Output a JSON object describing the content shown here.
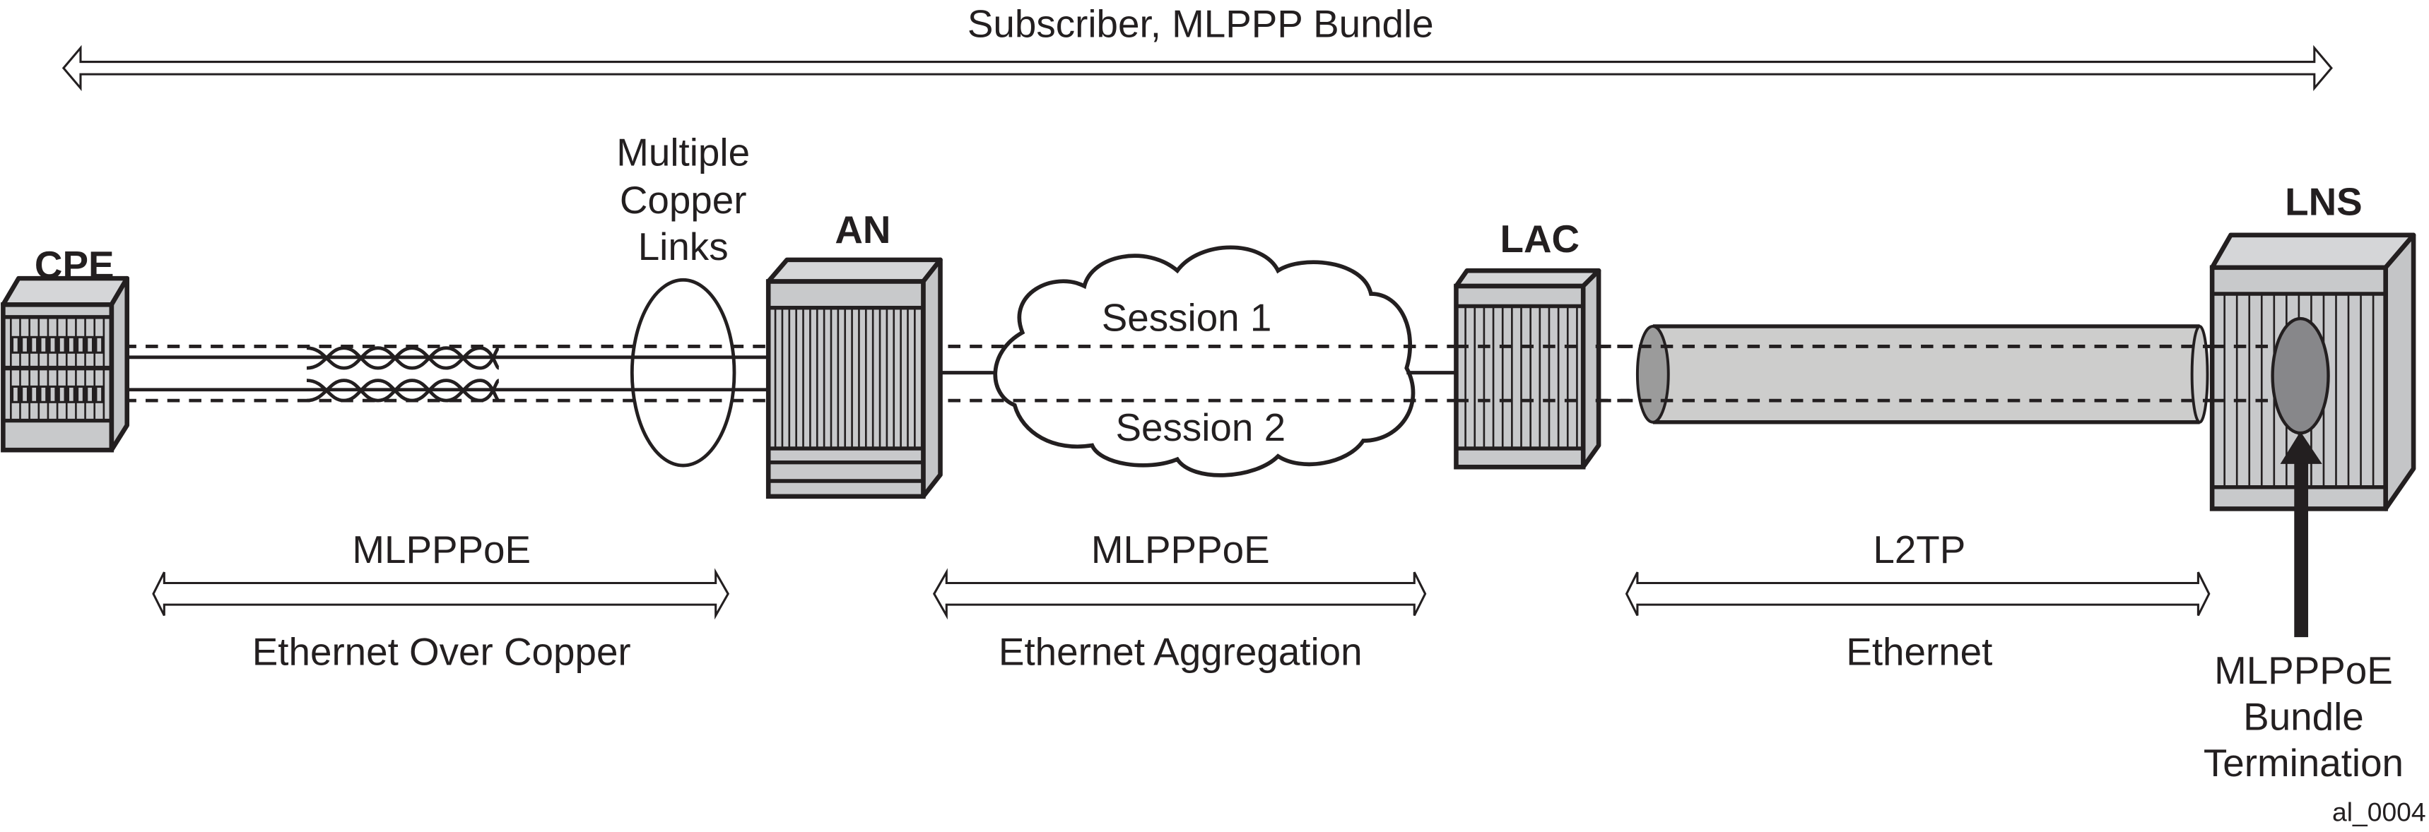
{
  "diagram": {
    "title": "Subscriber, MLPPP Bundle",
    "figure_id": "al_0004",
    "nodes": {
      "cpe": {
        "label": "CPE"
      },
      "an": {
        "label": "AN"
      },
      "lac": {
        "label": "LAC"
      },
      "lns": {
        "label": "LNS"
      }
    },
    "annotations": {
      "copper_links": [
        "Multiple",
        "Copper",
        "Links"
      ],
      "session1": "Session 1",
      "session2": "Session 2",
      "termination": [
        "MLPPPoE",
        "Bundle",
        "Termination"
      ]
    },
    "segments": [
      {
        "protocol": "MLPPPoE",
        "transport": "Ethernet Over Copper"
      },
      {
        "protocol": "MLPPPoE",
        "transport": "Ethernet Aggregation"
      },
      {
        "protocol": "L2TP",
        "transport": "Ethernet"
      }
    ],
    "colors": {
      "ink": "#231f20",
      "device_gray": "#c8c9cb",
      "tunnel_gray": "#cdcdcc",
      "tunnel_end": "#9b9b9b",
      "bundle_ellipse": "#87878a"
    }
  }
}
